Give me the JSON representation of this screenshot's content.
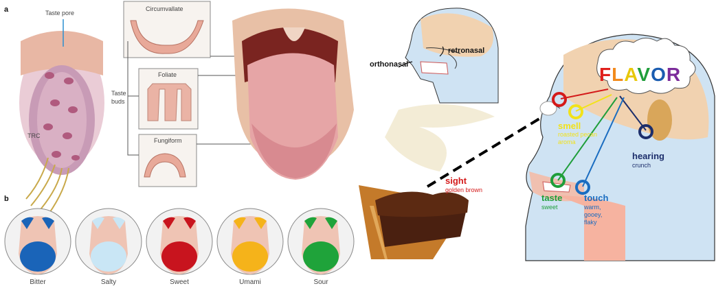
{
  "left_panel": {
    "panel_a_label": "a",
    "panel_b_label": "b",
    "taste_pore": "Taste pore",
    "trc": "TRC",
    "circumvallate": "Circumvallate",
    "foliate": "Foliate",
    "fungiform": "Fungiform",
    "taste_buds": "Taste\nbuds",
    "tongue_maps": [
      {
        "name": "Bitter",
        "color": "#1a64b8"
      },
      {
        "name": "Salty",
        "color": "#c9e6f5"
      },
      {
        "name": "Sweet",
        "color": "#c8141e"
      },
      {
        "name": "Umami",
        "color": "#f5b31a"
      },
      {
        "name": "Sour",
        "color": "#1fa33a"
      }
    ]
  },
  "right_panel": {
    "orthonasal": "orthonasal",
    "retronasal": "retronasal",
    "flavor_letters": [
      {
        "ch": "F",
        "color": "#e0201c"
      },
      {
        "ch": "L",
        "color": "#f28a1c"
      },
      {
        "ch": "A",
        "color": "#e8c80a"
      },
      {
        "ch": "V",
        "color": "#1f9e3a"
      },
      {
        "ch": "O",
        "color": "#1a5cb0"
      },
      {
        "ch": "R",
        "color": "#7b2b9a"
      }
    ],
    "senses": {
      "sight": {
        "title": "sight",
        "sub": "golden brown",
        "color": "#d41a1a"
      },
      "smell": {
        "title": "smell",
        "sub": "roasted pecan\naroma",
        "color": "#f2e21a"
      },
      "hearing": {
        "title": "hearing",
        "sub": "crunch",
        "color": "#1c2e6b"
      },
      "taste": {
        "title": "taste",
        "sub": "sweet",
        "color": "#1f9e3a"
      },
      "touch": {
        "title": "touch",
        "sub": "warm,\ngooey,\nflaky",
        "color": "#1a6cc0"
      }
    }
  }
}
